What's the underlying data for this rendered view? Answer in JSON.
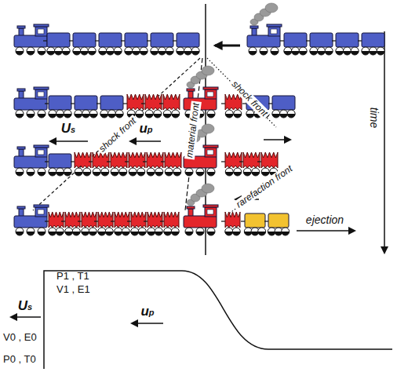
{
  "diagram": {
    "labels": [
      "Us",
      "up",
      "shock front",
      "material front",
      "shock front",
      "time",
      "rarefaction front",
      "ejection",
      "P1 , T1",
      "V1 , E1",
      "Us",
      "up",
      "V0 , E0",
      "P0 , T0"
    ]
  }
}
